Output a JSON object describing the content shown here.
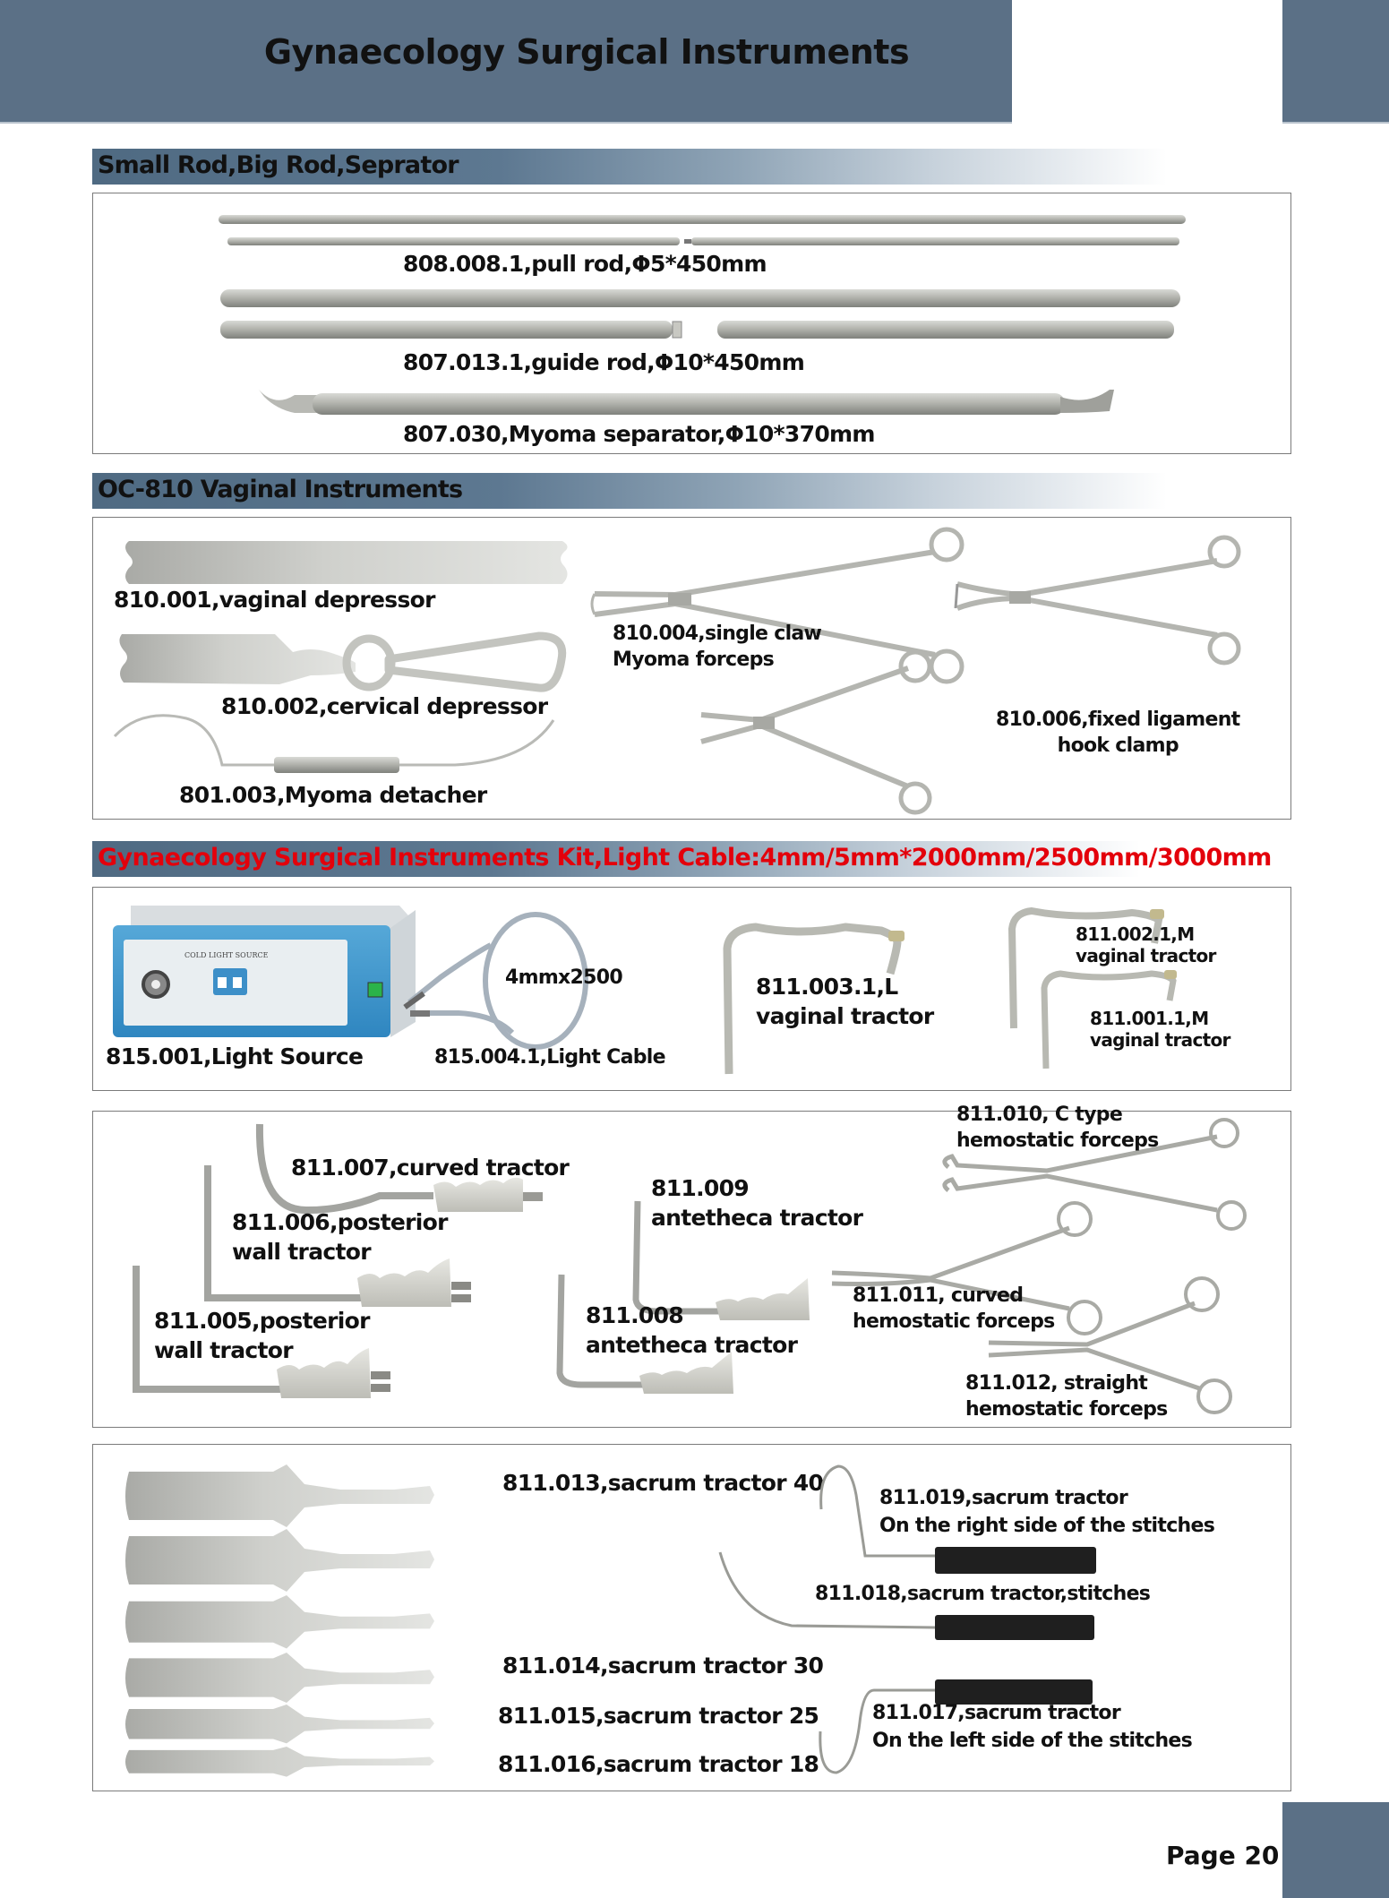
{
  "header": {
    "title": "Gynaecology Surgical Instruments"
  },
  "colors": {
    "banner": "#5b7086",
    "heading_red": "#e3000b",
    "box_border": "#7b7b7b"
  },
  "sections": [
    {
      "title": "Small Rod,Big Rod,Seprator",
      "items": [
        {
          "label": "808.008.1,pull rod,Φ5*450mm",
          "icon": "pull-rod"
        },
        {
          "label": "807.013.1,guide rod,Φ10*450mm",
          "icon": "guide-rod"
        },
        {
          "label": "807.030,Myoma separator,Φ10*370mm",
          "icon": "myoma-separator"
        }
      ]
    },
    {
      "title": "OC-810 Vaginal Instruments",
      "items": [
        {
          "label": "810.001,vaginal depressor",
          "icon": "vaginal-depressor"
        },
        {
          "label": "810.002,cervical depressor",
          "icon": "cervical-depressor"
        },
        {
          "label": "801.003,Myoma detacher",
          "icon": "myoma-detacher"
        },
        {
          "label_lines": [
            "810.004,single claw",
            "Myoma forceps"
          ],
          "icon": "single-claw-forceps"
        },
        {
          "label_lines": [
            "810.006,fixed ligament",
            "hook clamp"
          ],
          "icon": "hook-clamp"
        }
      ],
      "extra_icon": "forceps"
    },
    {
      "title": "Gynaecology Surgical Instruments Kit,Light Cable:4mm/5mm*2000mm/2500mm/3000mm",
      "items": [
        {
          "label": "815.001,Light Source",
          "icon": "light-source",
          "device_text": "COLD LIGHT SOURCE"
        },
        {
          "label": "815.004.1,Light Cable",
          "icon": "light-cable",
          "cable_spec": "4mmx2500"
        },
        {
          "label_lines": [
            "811.003.1,L",
            "vaginal tractor"
          ],
          "icon": "vaginal-tractor-l"
        },
        {
          "label_lines": [
            "811.002.1,M",
            "vaginal tractor"
          ],
          "icon": "vaginal-tractor-m"
        },
        {
          "label_lines": [
            "811.001.1,M",
            "vaginal tractor"
          ],
          "icon": "vaginal-tractor-m"
        }
      ]
    },
    {
      "title": "",
      "items": [
        {
          "label": "811.007,curved tractor",
          "icon": "curved-tractor"
        },
        {
          "label_lines": [
            "811.006,posterior",
            "wall tractor"
          ],
          "icon": "posterior-wall-tractor"
        },
        {
          "label_lines": [
            "811.005,posterior",
            "wall tractor"
          ],
          "icon": "posterior-wall-tractor"
        },
        {
          "label_lines": [
            "811.009",
            "antetheca tractor"
          ],
          "icon": "antetheca-tractor"
        },
        {
          "label_lines": [
            "811.008",
            "antetheca tractor"
          ],
          "icon": "antetheca-tractor"
        },
        {
          "label_lines": [
            "811.010, C type",
            "hemostatic forceps"
          ],
          "icon": "c-type-forceps"
        },
        {
          "label_lines": [
            "811.011, curved",
            "hemostatic forceps"
          ],
          "icon": "curved-forceps"
        },
        {
          "label_lines": [
            "811.012, straight",
            "hemostatic forceps"
          ],
          "icon": "straight-forceps"
        }
      ]
    },
    {
      "title": "",
      "items": [
        {
          "label": "811.013,sacrum tractor 40",
          "icon": "sacrum-tractor"
        },
        {
          "label": "811.014,sacrum tractor 30",
          "icon": "sacrum-tractor"
        },
        {
          "label": "811.015,sacrum tractor 25",
          "icon": "sacrum-tractor"
        },
        {
          "label": "811.016,sacrum tractor 18",
          "icon": "sacrum-tractor"
        },
        {
          "label_lines": [
            "811.019,sacrum tractor",
            "On the right side of the stitches"
          ],
          "icon": "hook-tractor"
        },
        {
          "label": "811.018,sacrum tractor,stitches",
          "icon": "hook-tractor"
        },
        {
          "label_lines": [
            "811.017,sacrum tractor",
            "On the left side of the stitches"
          ],
          "icon": "hook-tractor"
        }
      ]
    }
  ],
  "footer": {
    "page_label": "Page 20"
  }
}
